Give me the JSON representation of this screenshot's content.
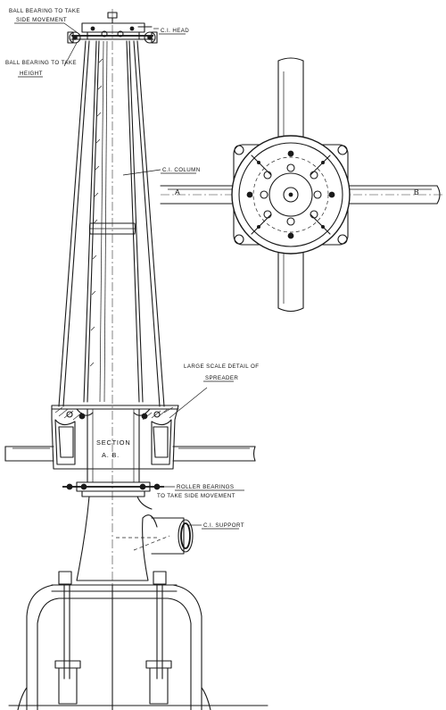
{
  "labels": {
    "ball_bearing_side_1": "BALL BEARING TO TAKE",
    "ball_bearing_side_2": "SIDE MOVEMENT",
    "ball_bearing_height_1": "BALL BEARING TO TAKE",
    "ball_bearing_height_2": "HEIGHT",
    "ci_head": "C.I. HEAD",
    "ci_column": "C.I. COLUMN",
    "large_scale_1": "LARGE SCALE DETAIL OF",
    "large_scale_2": "SPREADER",
    "section_1": "SECTION",
    "section_2": "A. B.",
    "roller_1": "ROLLER BEARINGS",
    "roller_2": "TO TAKE SIDE MOVEMENT",
    "ci_support": "C.I. SUPPORT",
    "point_a": "A",
    "point_b": "B"
  }
}
